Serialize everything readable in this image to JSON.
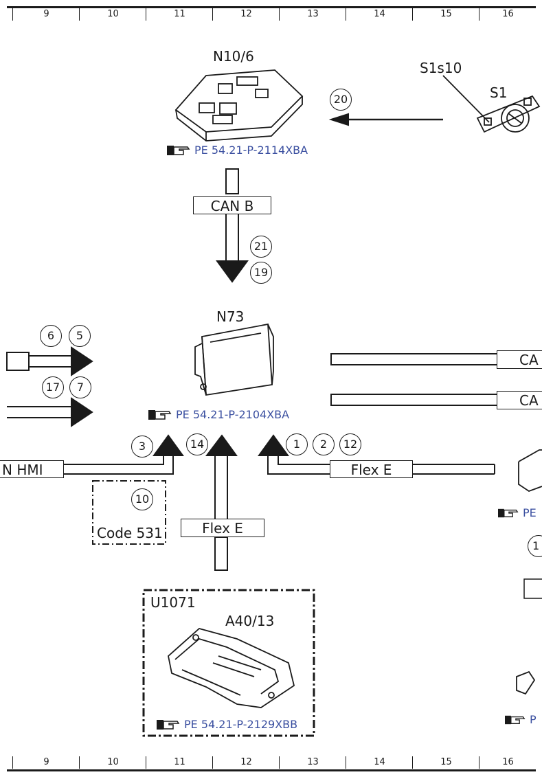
{
  "ruler_numbers": [
    "9",
    "10",
    "11",
    "12",
    "13",
    "14",
    "15",
    "16"
  ],
  "components": {
    "n10_6": {
      "label": "N10/6",
      "ref": "PE 54.21-P-2114XBA"
    },
    "s1s10": {
      "label": "S1s10"
    },
    "s1": {
      "label": "S1"
    },
    "n73": {
      "label": "N73",
      "ref": "PE 54.21-P-2104XBA"
    },
    "u1071": {
      "label": "U1071"
    },
    "a40_13": {
      "label": "A40/13",
      "ref": "PE 54.21-P-2129XBB"
    },
    "right_partial_ref_1": "PE",
    "right_partial_ref_2": "P"
  },
  "buses": {
    "can_b": "CAN B",
    "flex_e_left": "Flex E",
    "flex_e_right": "Flex E",
    "hmi": "N HMI",
    "ca_top": "CA",
    "ca_bottom": "CA",
    "code_531": "Code 531"
  },
  "callouts": {
    "c20": "20",
    "c21": "21",
    "c19": "19",
    "c6": "6",
    "c5": "5",
    "c17": "17",
    "c7": "7",
    "c3": "3",
    "c14": "14",
    "c1": "1",
    "c2": "2",
    "c12": "12",
    "c10": "10",
    "c_right": "1"
  },
  "colors": {
    "line": "#1a1a1a",
    "ref": "#3a4fa0"
  }
}
